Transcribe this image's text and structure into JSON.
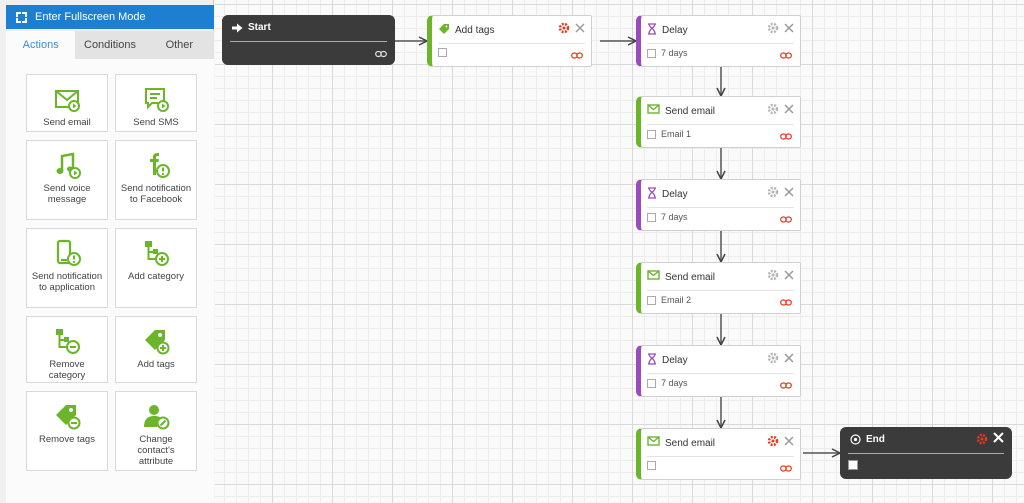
{
  "fullscreen": {
    "label": "Enter Fullscreen Mode"
  },
  "tabs": [
    {
      "label": "Actions",
      "active": true
    },
    {
      "label": "Conditions",
      "active": false
    },
    {
      "label": "Other",
      "active": false
    }
  ],
  "actions": [
    {
      "label": "Send email",
      "icon": "email-send-icon"
    },
    {
      "label": "Send SMS",
      "icon": "sms-icon"
    },
    {
      "label": "Send voice message",
      "icon": "voice-message-icon"
    },
    {
      "label": "Send notification to Facebook",
      "icon": "facebook-notification-icon"
    },
    {
      "label": "Send notification to application",
      "icon": "app-notification-icon"
    },
    {
      "label": "Add category",
      "icon": "add-category-icon"
    },
    {
      "label": "Remove category",
      "icon": "remove-category-icon"
    },
    {
      "label": "Add tags",
      "icon": "add-tag-icon"
    },
    {
      "label": "Remove tags",
      "icon": "remove-tag-icon"
    },
    {
      "label": "Change contact's attribute",
      "icon": "change-attribute-icon"
    }
  ],
  "flow": {
    "start": {
      "title": "Start"
    },
    "end": {
      "title": "End"
    },
    "nodes": [
      {
        "title": "Add tags",
        "value": "",
        "type": "tags",
        "settings_alert": true
      },
      {
        "title": "Delay",
        "value": "7 days",
        "type": "delay",
        "settings_alert": false
      },
      {
        "title": "Send email",
        "value": "Email 1",
        "type": "email",
        "settings_alert": false
      },
      {
        "title": "Delay",
        "value": "7 days",
        "type": "delay",
        "settings_alert": false
      },
      {
        "title": "Send email",
        "value": "Email 2",
        "type": "email",
        "settings_alert": false
      },
      {
        "title": "Delay",
        "value": "7 days",
        "type": "delay",
        "settings_alert": false
      },
      {
        "title": "Send email",
        "value": "",
        "type": "email",
        "settings_alert": true
      }
    ]
  },
  "colors": {
    "primary": "#1d7fd1",
    "action_green": "#6bb52a",
    "delay_purple": "#9a4bc0",
    "dark_node": "#3b3b3b",
    "alert_red": "#e8381f"
  }
}
